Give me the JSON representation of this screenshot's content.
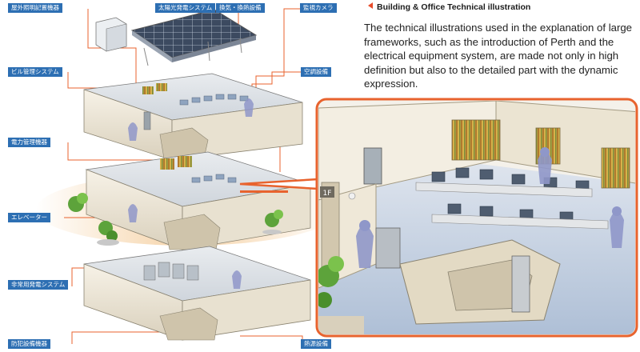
{
  "header": {
    "title": "Building & Office Technical illustration",
    "accent_color": "#e84b2a"
  },
  "description": "The technical illustrations used in the explanation of large frameworks, such as the introduction of Perth and the electrical equipment system, are made not only in high definition but also to the detailed part with the dynamic expression.",
  "label_color": "#2d6fb3",
  "callout_color": "#e8632e",
  "labels": {
    "top_left": "屋外照明記置機器",
    "solar": "太陽光発電システム",
    "top_right_a": "換気・換熱設備",
    "camera": "監視カメラ",
    "building_mgmt": "ビル管理システム",
    "right_mid": "空調設備",
    "power": "電力管理機器",
    "elevator": "エレベーター",
    "emergency": "非常用発電システム",
    "bottom_left": "防犯設備機器",
    "bottom_right": "熱源設備"
  },
  "floor_sign": "1F"
}
